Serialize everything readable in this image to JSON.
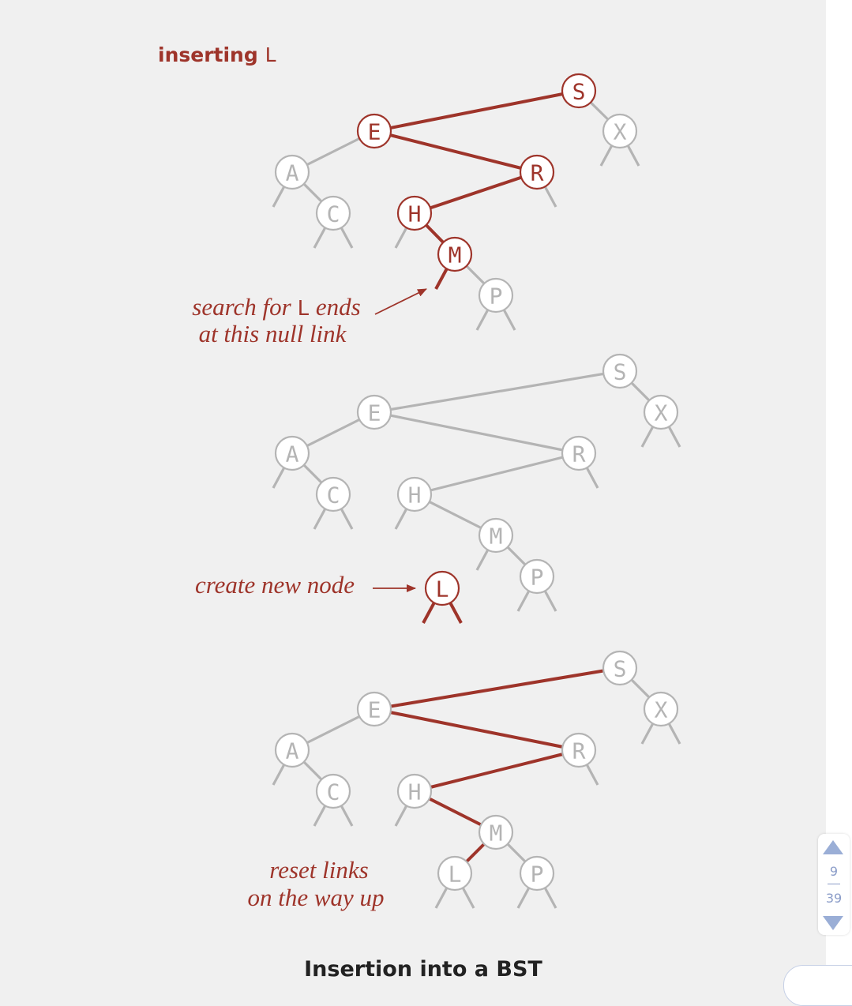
{
  "heading": {
    "prefix": "inserting",
    "key": "L"
  },
  "annotations": {
    "search_line1_pre": "search for",
    "search_key": "L",
    "search_line1_post": "ends",
    "search_line2": "at this null link",
    "create": "create new node",
    "reset_line1": "reset links",
    "reset_line2": "on the way up"
  },
  "caption": "Insertion into a BST",
  "pager": {
    "current": "9",
    "total": "39"
  },
  "colors": {
    "highlight": "#9e342a",
    "inactive": "#b4b4b4",
    "caption": "#222222",
    "pager": "#9aaed6"
  },
  "trees": [
    {
      "id": "step-search",
      "nodes": [
        {
          "key": "S",
          "state": "active"
        },
        {
          "key": "X",
          "state": "inactive"
        },
        {
          "key": "E",
          "state": "active"
        },
        {
          "key": "R",
          "state": "active"
        },
        {
          "key": "A",
          "state": "inactive"
        },
        {
          "key": "C",
          "state": "inactive"
        },
        {
          "key": "H",
          "state": "active"
        },
        {
          "key": "M",
          "state": "active"
        },
        {
          "key": "P",
          "state": "inactive"
        }
      ]
    },
    {
      "id": "step-create",
      "nodes": [
        {
          "key": "S",
          "state": "inactive"
        },
        {
          "key": "X",
          "state": "inactive"
        },
        {
          "key": "E",
          "state": "inactive"
        },
        {
          "key": "R",
          "state": "inactive"
        },
        {
          "key": "A",
          "state": "inactive"
        },
        {
          "key": "C",
          "state": "inactive"
        },
        {
          "key": "H",
          "state": "inactive"
        },
        {
          "key": "M",
          "state": "inactive"
        },
        {
          "key": "P",
          "state": "inactive"
        },
        {
          "key": "L",
          "state": "active"
        }
      ]
    },
    {
      "id": "step-reset",
      "nodes": [
        {
          "key": "S",
          "state": "inactive"
        },
        {
          "key": "X",
          "state": "inactive"
        },
        {
          "key": "E",
          "state": "inactive"
        },
        {
          "key": "R",
          "state": "inactive"
        },
        {
          "key": "A",
          "state": "inactive"
        },
        {
          "key": "C",
          "state": "inactive"
        },
        {
          "key": "H",
          "state": "inactive"
        },
        {
          "key": "M",
          "state": "inactive"
        },
        {
          "key": "P",
          "state": "inactive"
        },
        {
          "key": "L",
          "state": "inactive"
        }
      ]
    }
  ]
}
